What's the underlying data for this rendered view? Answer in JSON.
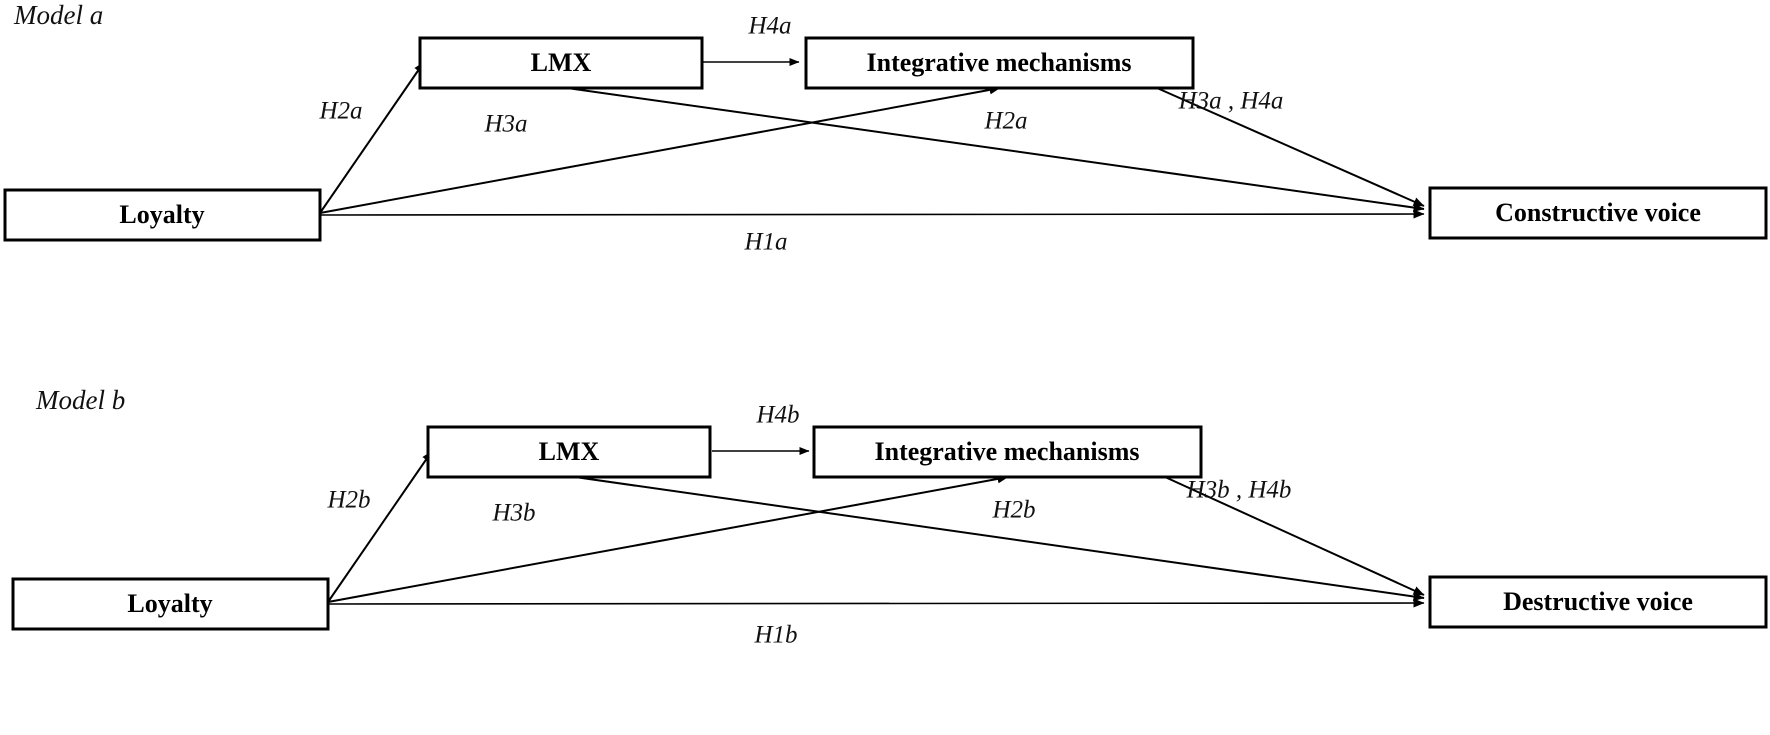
{
  "figure": {
    "type": "conceptual-research-model",
    "background": "#ffffff",
    "line_color": "#000000",
    "text_color": "#000000"
  },
  "models": [
    {
      "caption": "Model a",
      "nodes": {
        "predictor": "Loyalty",
        "mediator1": "LMX",
        "mediator2": "Integrative mechanisms",
        "outcome": "Constructive voice"
      },
      "edge_labels": {
        "loyalty_to_lmx": "H2a",
        "loyalty_to_integrative": "H3a",
        "lmx_to_integrative": "H4a",
        "lmx_to_outcome": "H2a",
        "integrative_to_outcome": "H3a , H4a",
        "loyalty_to_outcome": "H1a"
      }
    },
    {
      "caption": "Model b",
      "nodes": {
        "predictor": "Loyalty",
        "mediator1": "LMX",
        "mediator2": "Integrative mechanisms",
        "outcome": "Destructive voice"
      },
      "edge_labels": {
        "loyalty_to_lmx": "H2b",
        "loyalty_to_integrative": "H3b",
        "lmx_to_integrative": "H4b",
        "lmx_to_outcome": "H2b",
        "integrative_to_outcome": "H3b , H4b",
        "loyalty_to_outcome": "H1b"
      }
    }
  ]
}
